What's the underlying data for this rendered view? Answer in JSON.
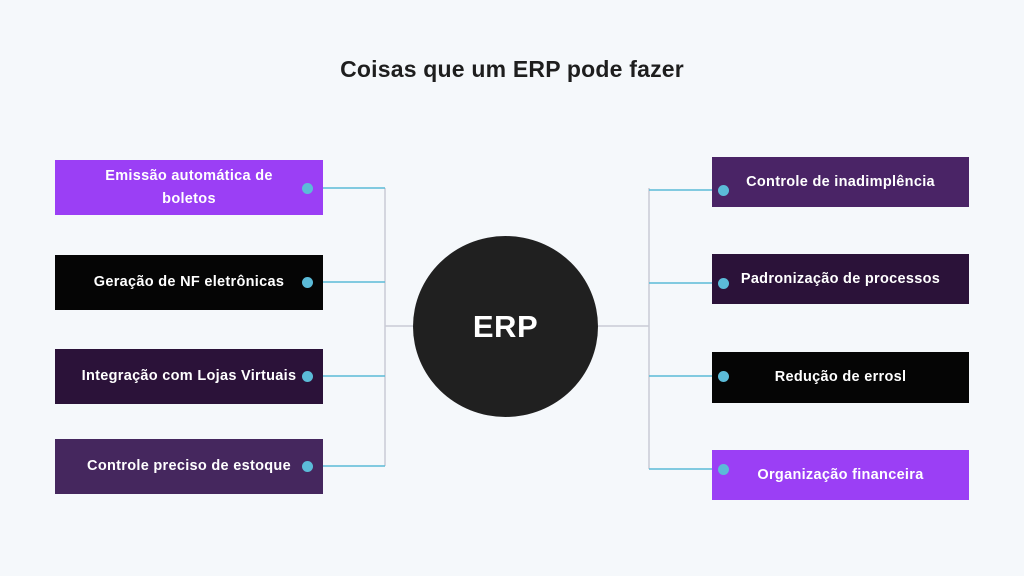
{
  "title": "Coisas que um ERP pode fazer",
  "center": {
    "label": "ERP"
  },
  "left_items": [
    {
      "label": "Emissão automática de boletos",
      "color": "#9b3ff5"
    },
    {
      "label": "Geração de NF eletrônicas",
      "color": "#050505"
    },
    {
      "label": "Integração com Lojas Virtuais",
      "color": "#2b1239"
    },
    {
      "label": "Controle preciso de estoque",
      "color": "#45275e"
    }
  ],
  "right_items": [
    {
      "label": "Controle de inadimplência",
      "color": "#4a2466"
    },
    {
      "label": "Padronização de processos",
      "color": "#2b1239"
    },
    {
      "label": "Redução de errosl",
      "color": "#050505"
    },
    {
      "label": "Organização financeira",
      "color": "#9b3ff5"
    }
  ],
  "colors": {
    "background": "#f5f8fb",
    "hub": "#202020",
    "connector_dot": "#5bbbd8",
    "connector_teal": "#5bbbd8",
    "connector_gray": "#c9cbd6"
  }
}
